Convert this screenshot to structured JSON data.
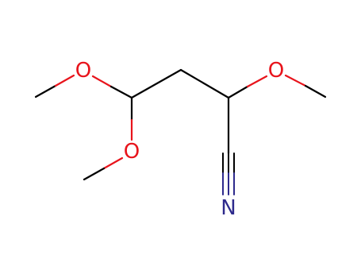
{
  "molecule": {
    "atoms": {
      "o1": {
        "symbol": "O",
        "color": "#e8141c"
      },
      "o2": {
        "symbol": "O",
        "color": "#e8141c"
      },
      "o3": {
        "symbol": "O",
        "color": "#e8141c"
      },
      "n1": {
        "symbol": "N",
        "color": "#2e2a8c"
      }
    },
    "bond_color": "#000000"
  }
}
